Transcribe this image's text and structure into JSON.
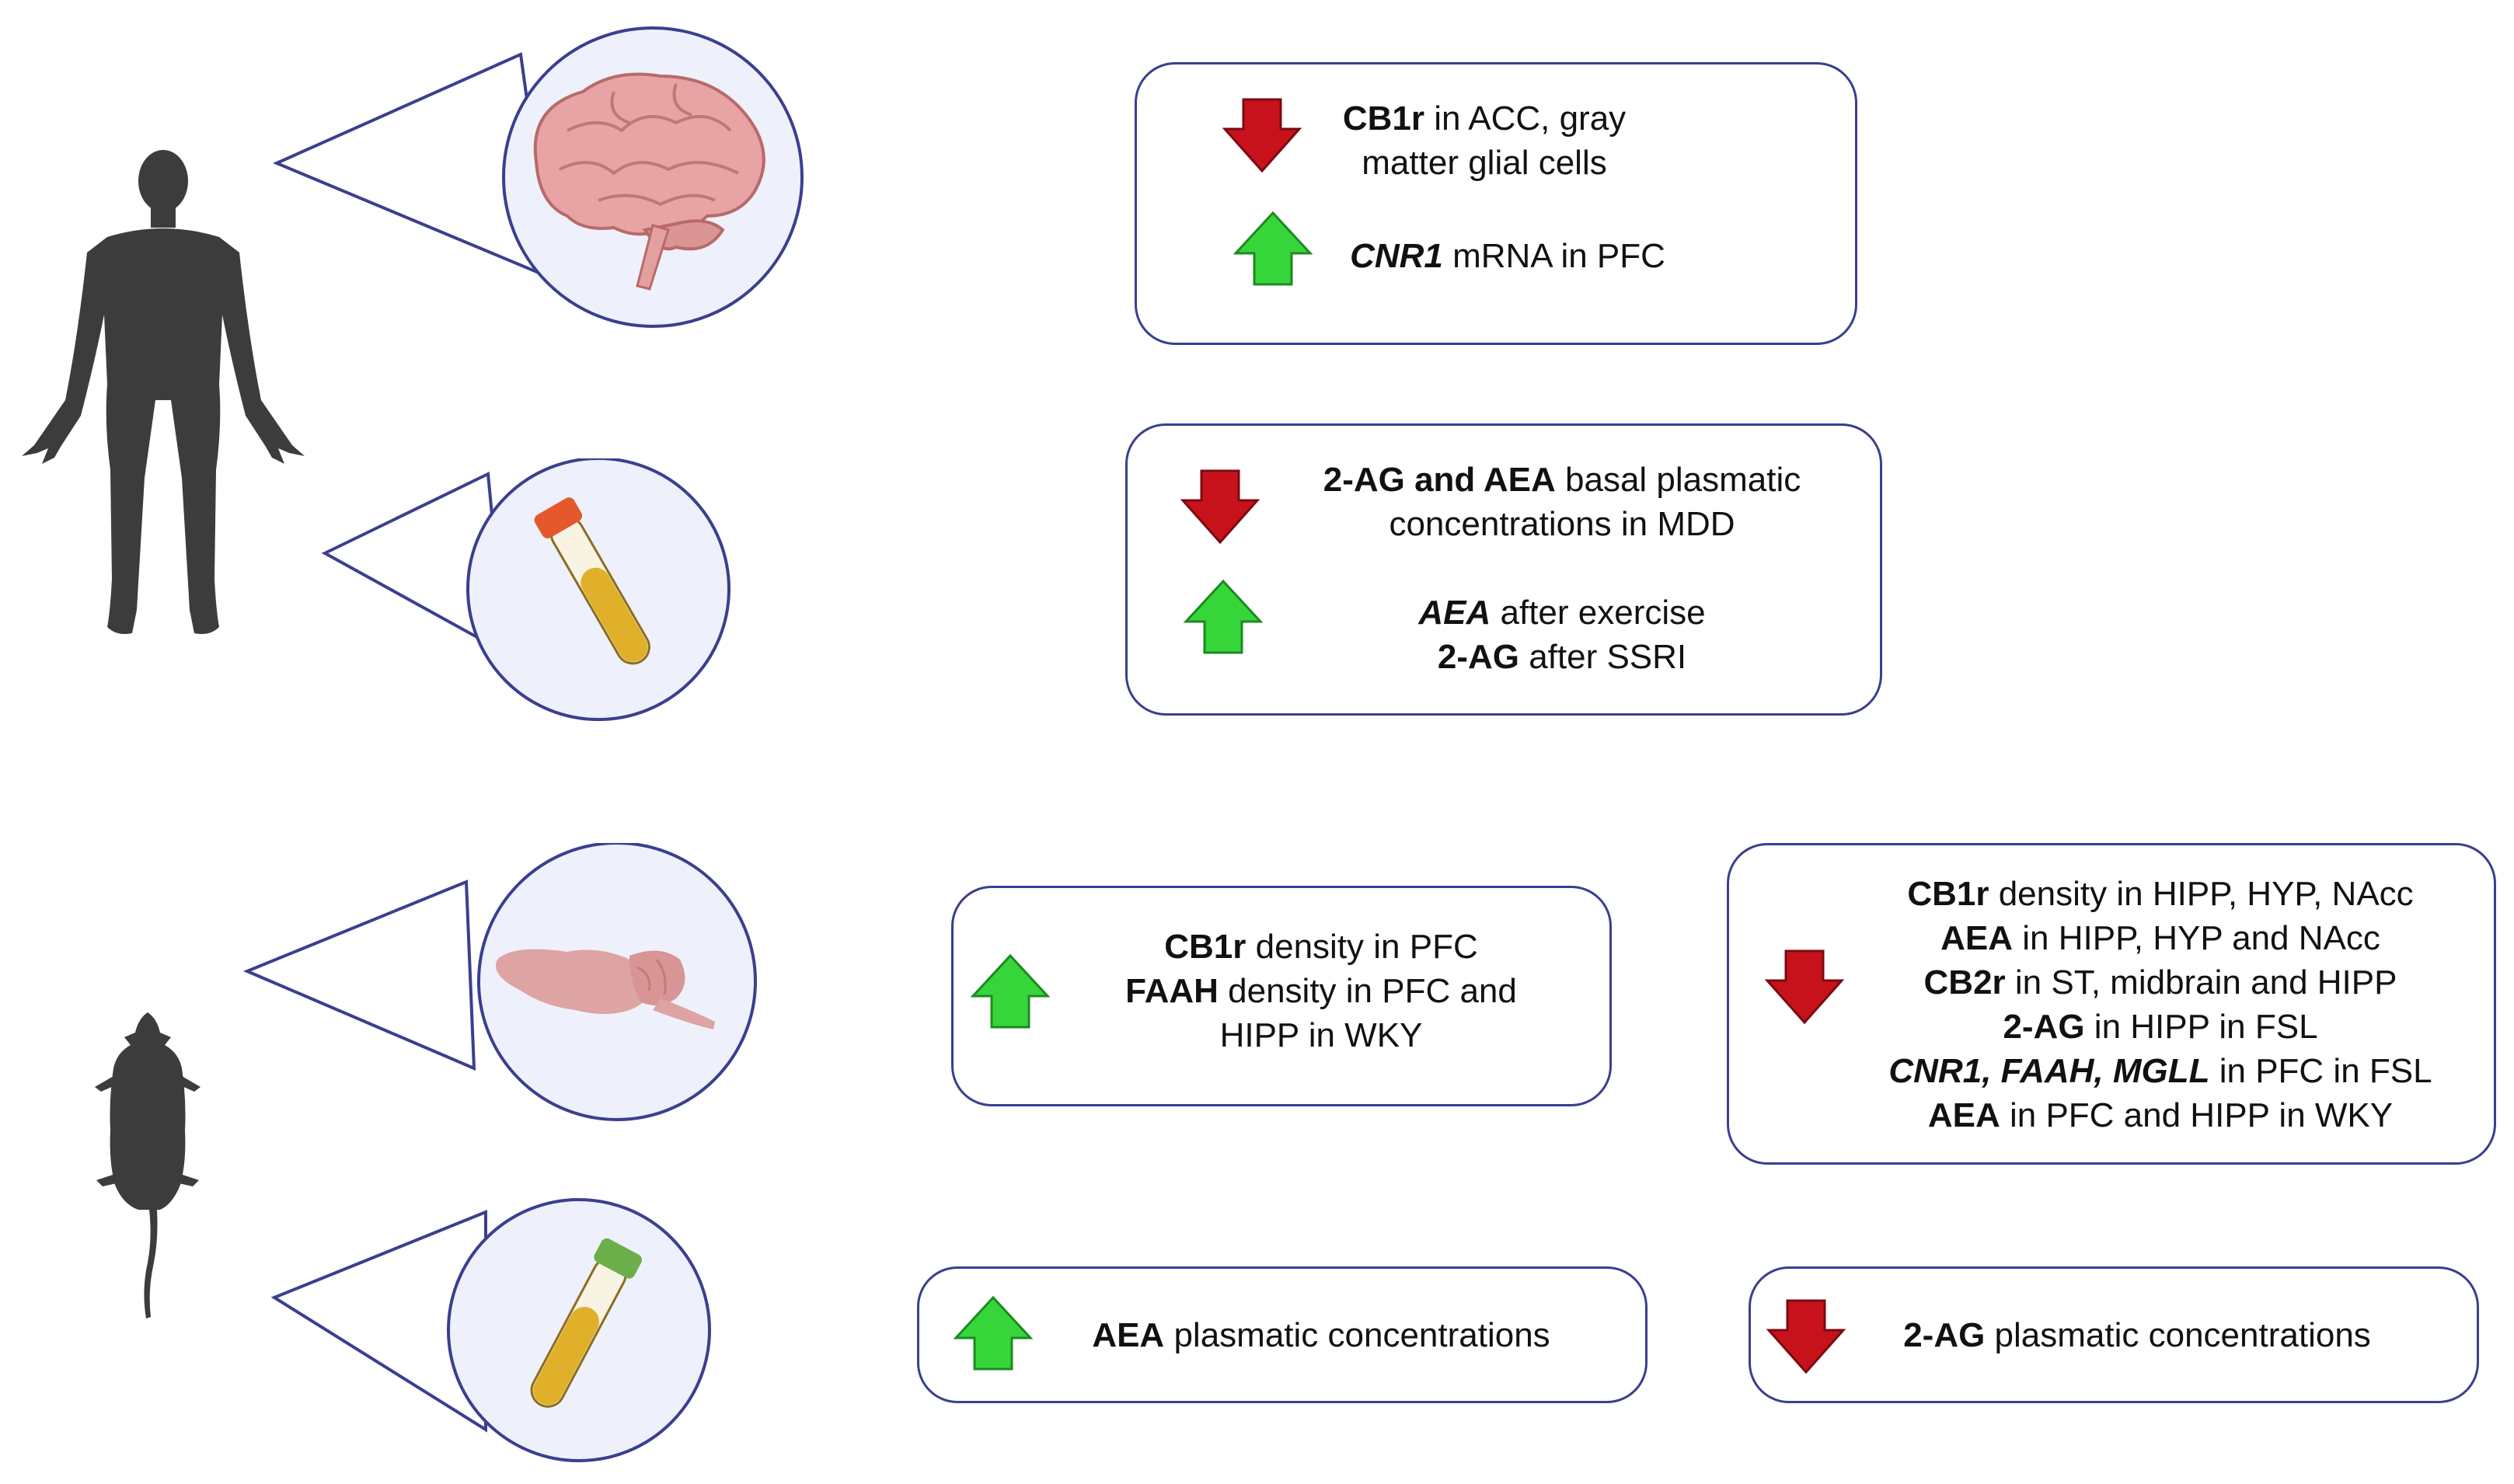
{
  "colors": {
    "box_border": "#3a3f8f",
    "arrow_down": "#c8121b",
    "arrow_up": "#36d63a",
    "silhouette": "#3c3c3c",
    "callout": "#eef1fb",
    "brain": "#e8a4a4",
    "tube_liquid": "#e0b02a"
  },
  "icons": {
    "human": "human-silhouette-icon",
    "rat": "rat-silhouette-icon",
    "brain": "human-brain-icon",
    "rat_brain": "rat-brain-icon",
    "tube": "blood-tube-icon"
  },
  "boxes": {
    "human_brain": {
      "down": [
        [
          {
            "t": "CB1r",
            "s": "b"
          },
          {
            "t": " in ACC, gray"
          }
        ],
        [
          {
            "t": "matter glial cells"
          }
        ]
      ],
      "up": [
        [
          {
            "t": "CNR1",
            "s": "i"
          },
          {
            "t": " mRNA in PFC"
          }
        ]
      ]
    },
    "human_blood": {
      "down": [
        [
          {
            "t": "2-AG and AEA",
            "s": "b"
          },
          {
            "t": " basal plasmatic"
          }
        ],
        [
          {
            "t": "concentrations in MDD"
          }
        ]
      ],
      "up": [
        [
          {
            "t": "AEA",
            "s": "i"
          },
          {
            "t": " after exercise"
          }
        ],
        [
          {
            "t": "2-AG",
            "s": "b"
          },
          {
            "t": " after SSRI"
          }
        ]
      ]
    },
    "rat_brain_up": [
      [
        {
          "t": "CB1r",
          "s": "b"
        },
        {
          "t": " density in PFC"
        }
      ],
      [
        {
          "t": "FAAH",
          "s": "b"
        },
        {
          "t": " density in PFC and"
        }
      ],
      [
        {
          "t": "HIPP in WKY"
        }
      ]
    ],
    "rat_brain_down": [
      [
        {
          "t": "CB1r",
          "s": "b"
        },
        {
          "t": " density in HIPP, HYP, NAcc"
        }
      ],
      [
        {
          "t": "AEA",
          "s": "b"
        },
        {
          "t": " in HIPP, HYP and NAcc"
        }
      ],
      [
        {
          "t": "CB2r",
          "s": "b"
        },
        {
          "t": " in ST, midbrain and HIPP"
        }
      ],
      [
        {
          "t": "2-AG",
          "s": "b"
        },
        {
          "t": " in HIPP in FSL"
        }
      ],
      [
        {
          "t": "CNR1, FAAH, MGLL",
          "s": "i"
        },
        {
          "t": " in PFC in FSL"
        }
      ],
      [
        {
          "t": "AEA",
          "s": "b"
        },
        {
          "t": " in PFC and HIPP in WKY"
        }
      ]
    ],
    "rat_blood_up": [
      [
        {
          "t": "AEA",
          "s": "b"
        },
        {
          "t": " plasmatic concentrations"
        }
      ]
    ],
    "rat_blood_down": [
      [
        {
          "t": "2-AG",
          "s": "b"
        },
        {
          "t": " plasmatic concentrations"
        }
      ]
    ]
  }
}
